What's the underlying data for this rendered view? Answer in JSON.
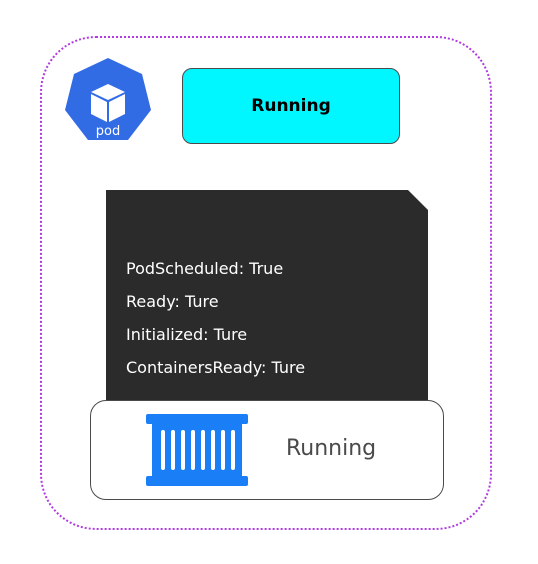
{
  "pod": {
    "icon": "kubernetes-pod-icon",
    "label": "pod",
    "icon_color": "#326ce5",
    "boundary_color": "#b13be0"
  },
  "phase": {
    "status": "Running",
    "color": "#00f7ff"
  },
  "conditions": [
    "PodScheduled: True",
    "Ready: Ture",
    "Initialized: Ture",
    "ContainersReady: Ture"
  ],
  "container": {
    "icon": "container-icon",
    "status": "Running",
    "icon_color": "#1a7ef7"
  }
}
